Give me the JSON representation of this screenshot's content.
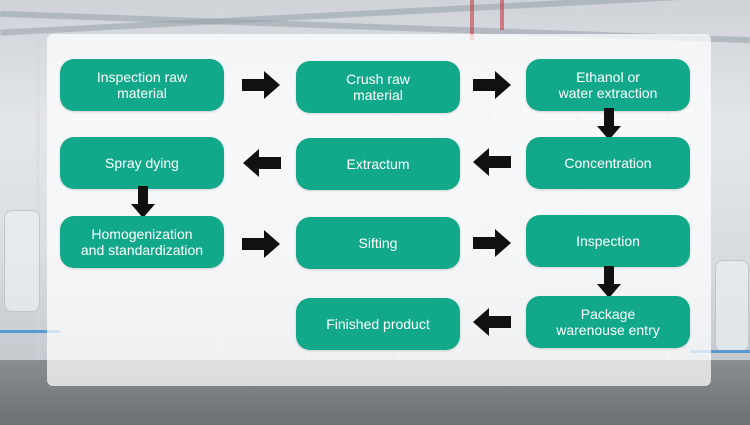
{
  "diagram": {
    "nodes": {
      "inspection_raw": "Inspection raw\nmaterial",
      "crush_raw": "Crush raw\nmaterial",
      "ethanol": "Ethanol or\nwater extraction",
      "spray": "Spray dying",
      "extractum": "Extractum",
      "concentration": "Concentration",
      "homogenization": "Homogenization\nand standardization",
      "sifting": "Sifting",
      "inspection": "Inspection",
      "finished": "Finished product",
      "package": "Package\nwarenouse entry"
    },
    "colors": {
      "node_fill": "#12a98a",
      "node_text": "#ffffff",
      "arrow": "#111111"
    }
  }
}
